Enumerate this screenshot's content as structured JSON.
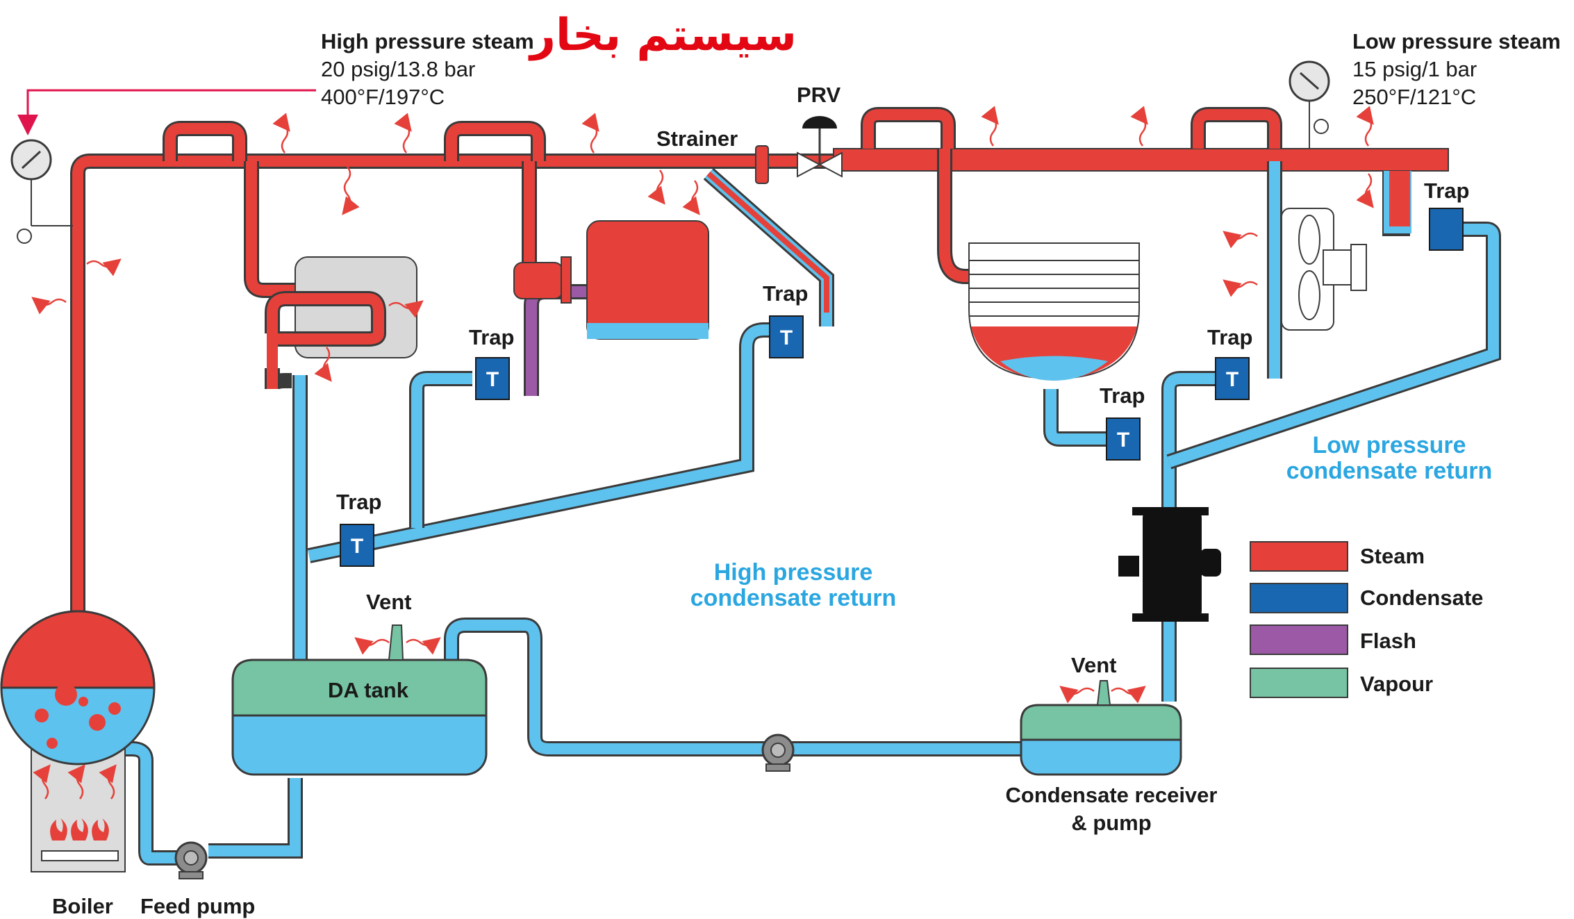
{
  "title": "سیستم بخار",
  "high_pressure_steam": {
    "heading": "High pressure steam",
    "line1": "20 psig/13.8 bar",
    "line2": "400°F/197°C"
  },
  "low_pressure_steam": {
    "heading": "Low pressure steam",
    "line1": "15 psig/1 bar",
    "line2": "250°F/121°C"
  },
  "labels": {
    "strainer": "Strainer",
    "prv": "PRV",
    "trap": "Trap",
    "trap_glyph": "T",
    "vent": "Vent",
    "da_tank": "DA tank",
    "boiler": "Boiler",
    "feed_pump": "Feed pump",
    "receiver_line1": "Condensate receiver",
    "receiver_line2": "& pump",
    "hp_return_line1": "High pressure",
    "hp_return_line2": "condensate return",
    "lp_return_line1": "Low pressure",
    "lp_return_line2": "condensate return"
  },
  "legend": [
    {
      "label": "Steam",
      "color": "#e5413a"
    },
    {
      "label": "Condensate",
      "color": "#1a67b1"
    },
    {
      "label": "Flash",
      "color": "#9b59a6"
    },
    {
      "label": "Vapour",
      "color": "#76c4a3"
    }
  ],
  "colors": {
    "steam": "#e5413a",
    "condensate_water": "#5ec2ee",
    "trap": "#1a67b1",
    "vapour": "#76c4a3",
    "flash": "#9b59a6",
    "title": "#e30613"
  }
}
